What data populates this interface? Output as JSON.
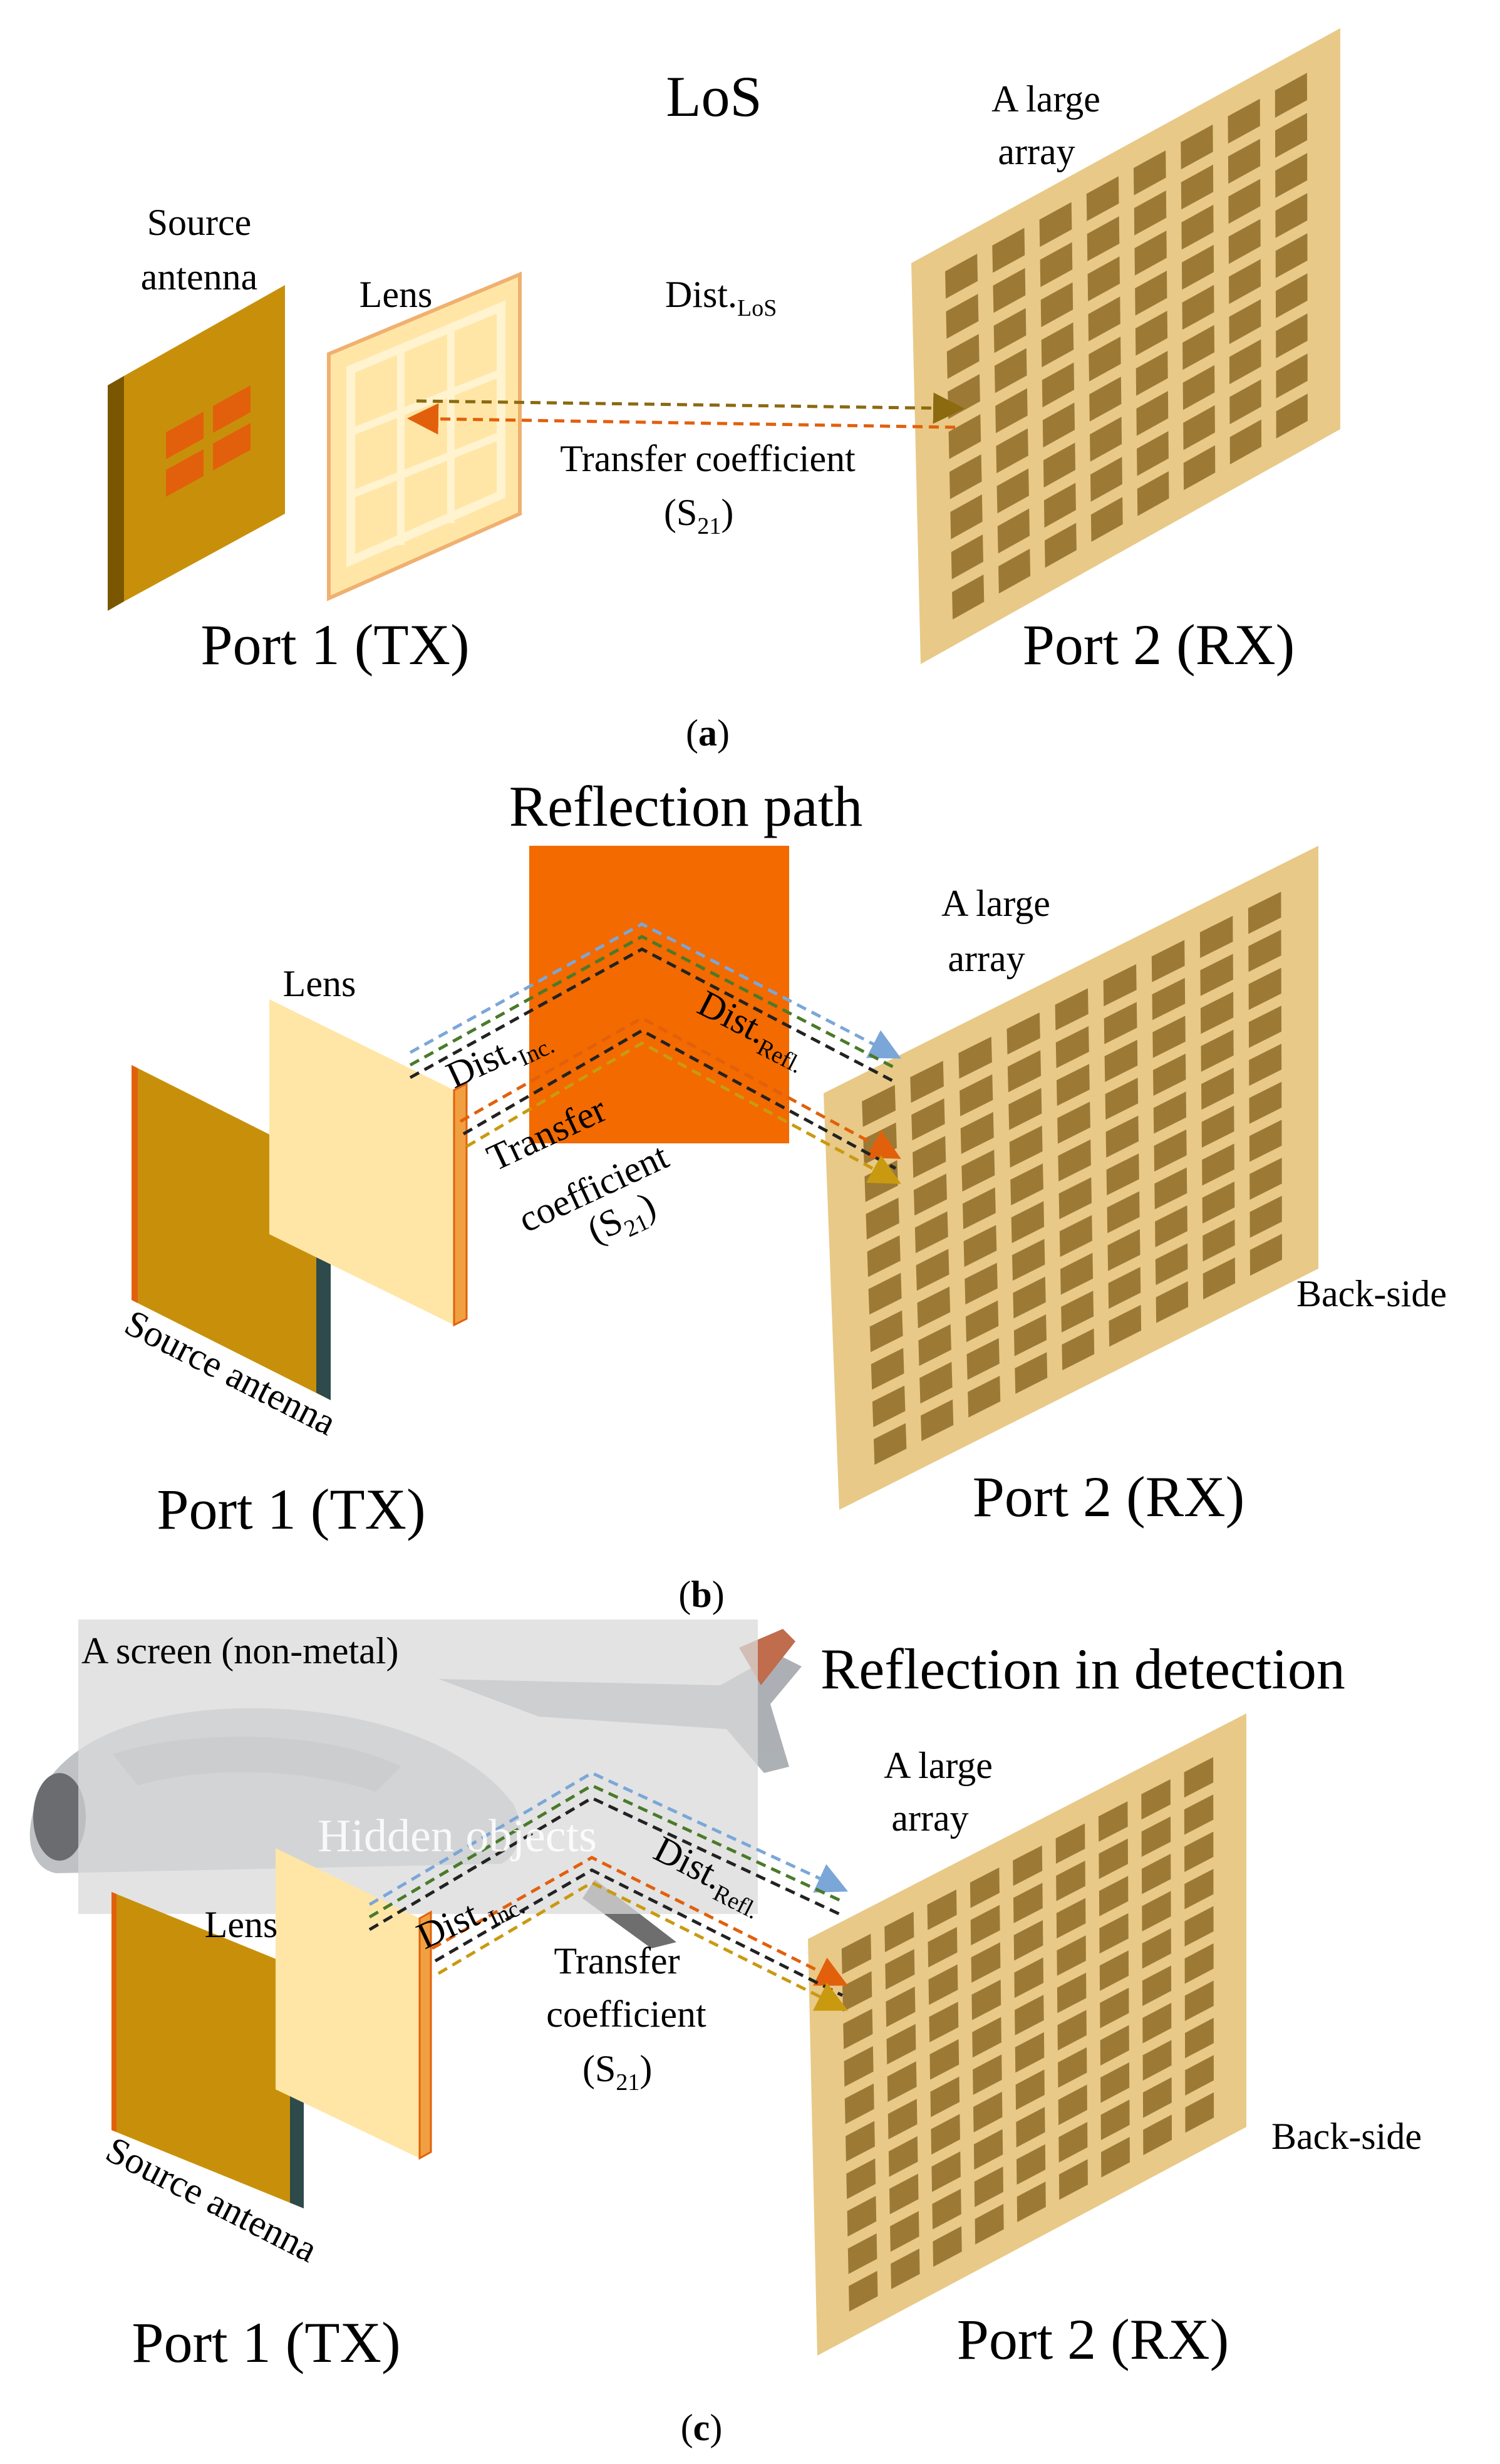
{
  "panel_a": {
    "title": "LoS",
    "array_label_1": "A large",
    "array_label_2": "array",
    "source_label_1": "Source",
    "source_label_2": "antenna",
    "lens_label": "Lens",
    "dist": "Dist.",
    "dist_sub": "LoS",
    "transfer_1": "Transfer coefficient",
    "s21_open": "(S",
    "s21_sub": "21",
    "s21_close": ")",
    "port1": "Port 1 (TX)",
    "port2": "Port 2 (RX)",
    "caption_open": "(",
    "caption_letter": "a",
    "caption_close": ")"
  },
  "panel_b": {
    "title": "Reflection path",
    "array_label_1": "A large",
    "array_label_2": "array",
    "lens_label": "Lens",
    "dist_inc": "Dist.",
    "dist_inc_sub": "Inc.",
    "dist_refl": "Dist.",
    "dist_refl_sub": "Refl.",
    "transfer_1": "Transfer",
    "transfer_2": "coefficient",
    "s21_open": "(S",
    "s21_sub": "21",
    "s21_close": ")",
    "back_side": "Back-side",
    "source_label": "Source antenna",
    "port1": "Port 1 (TX)",
    "port2": "Port 2 (RX)",
    "caption_open": "(",
    "caption_letter": "b",
    "caption_close": ")"
  },
  "panel_c": {
    "screen_label": "A screen (non-metal)",
    "title": "Reflection in detection",
    "hidden_label": "Hidden objects",
    "array_label_1": "A large",
    "array_label_2": "array",
    "lens_label": "Lens",
    "dist_inc": "Dist.",
    "dist_inc_sub": "Inc.",
    "dist_refl": "Dist.",
    "dist_refl_sub": "Refl.",
    "transfer_1": "Transfer",
    "transfer_2": "coefficient",
    "s21_open": "(S",
    "s21_sub": "21",
    "s21_close": ")",
    "back_side": "Back-side",
    "source_label": "Source antenna",
    "port1": "Port 1 (TX)",
    "port2": "Port 2 (RX)",
    "caption_open": "(",
    "caption_letter": "c",
    "caption_close": ")"
  },
  "colors": {
    "array_fill": "#e8c987",
    "array_cell": "#9c7a35",
    "antenna_face": "#c8900a",
    "antenna_side": "#7a5600",
    "antenna_patch": "#e2600c",
    "lens_fill": "#ffe6a6",
    "lens_edge": "#e8a050",
    "reflector": "#f26a00",
    "screen": "#d9d9d9"
  }
}
